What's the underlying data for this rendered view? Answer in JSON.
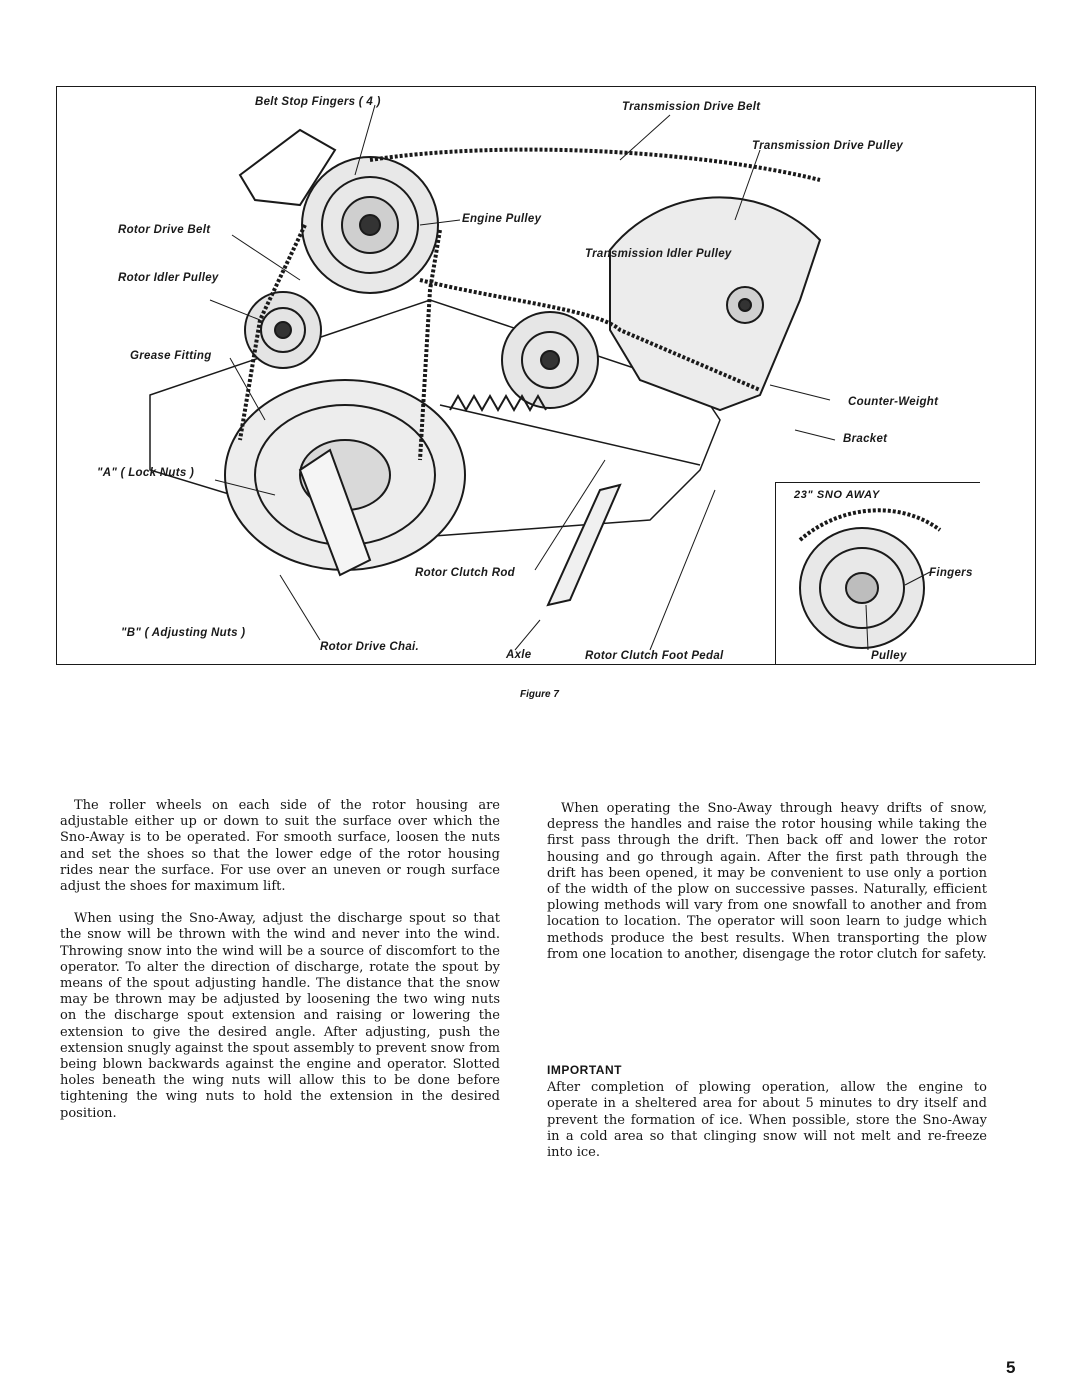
{
  "figure": {
    "labels": {
      "belt_stop_fingers": "Belt Stop Fingers ( 4 )",
      "transmission_drive_belt": "Transmission Drive Belt",
      "transmission_drive_pulley": "Transmission Drive Pulley",
      "engine_pulley": "Engine Pulley",
      "rotor_drive_belt": "Rotor Drive Belt",
      "transmission_idler_pulley": "Transmission Idler Pulley",
      "rotor_idler_pulley": "Rotor Idler Pulley",
      "grease_fitting": "Grease Fitting",
      "counter_weight": "Counter-Weight",
      "bracket": "Bracket",
      "lock_nuts": "\"A\" ( Lock Nuts )",
      "rotor_clutch_rod": "Rotor Clutch Rod",
      "adjusting_nuts": "\"B\" ( Adjusting Nuts )",
      "rotor_drive_chain": "Rotor Drive Chai.",
      "axle": "Axle",
      "rotor_clutch_foot_pedal": "Rotor Clutch Foot Pedal"
    },
    "inset": {
      "title": "23\" SNO AWAY",
      "fingers": "Fingers",
      "pulley": "Pulley"
    },
    "caption": "Figure 7"
  },
  "left_column": {
    "paragraphs": [
      "The roller wheels on each side of the rotor housing are adjustable either up or down to suit the surface over which the Sno-Away is to be operated. For smooth surface, loosen the nuts and set the shoes so that the lower edge of the rotor housing rides near the surface. For use over an uneven or rough surface adjust the shoes for maximum lift.",
      "When using the Sno-Away, adjust the discharge spout so that the snow will be thrown with the wind and never into the wind. Throwing snow into the wind will be a source of discomfort to the operator. To alter the direction of discharge, rotate the spout by means of the spout adjusting handle. The distance that the snow may be thrown may be adjusted by loosening the two wing nuts on the discharge spout extension and raising or lowering the extension to give the desired angle. After adjusting, push the extension snugly against the spout assembly to prevent snow from being blown backwards against the engine and operator. Slotted holes beneath the wing nuts will allow this to be done before tightening the wing nuts to hold the extension in the desired position."
    ]
  },
  "right_column": {
    "paragraphs": [
      "When operating the Sno-Away through heavy drifts of snow, depress the handles and raise the rotor housing while taking the first pass through the drift. Then back off and lower the rotor housing and go through again. After the first path through the drift has been opened, it may be convenient to use only a portion of the width of the plow on successive passes. Naturally, efficient plowing methods will vary from one snowfall to another and from location to location. The operator will soon learn to judge which methods produce the best results. When transporting the plow from one location to another, disengage the rotor clutch for safety."
    ],
    "important_heading": "IMPORTANT",
    "important_text": "After completion of plowing operation, allow the engine to operate in a sheltered area for about 5 minutes to dry itself and prevent the formation of ice. When possible, store the Sno-Away in a cold area so that clinging snow will not melt and re-freeze into ice."
  },
  "page_number": "5"
}
